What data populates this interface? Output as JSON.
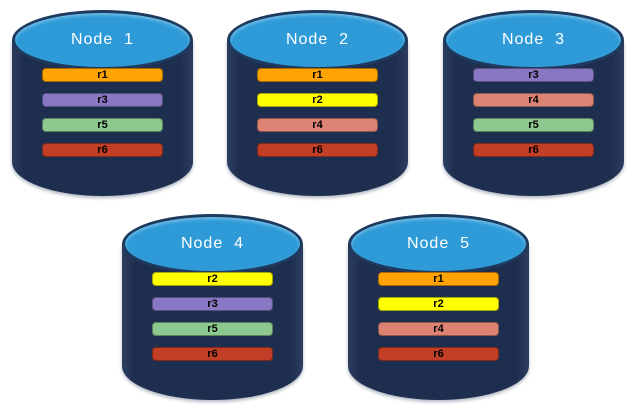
{
  "diagram": {
    "description": "Five database nodes each storing a subset of replicas r1-r6",
    "background_color": "#FFFFFF",
    "node_body_color": "#1E2E4F",
    "node_top_color": "#2E9BD8",
    "node_label_color": "#FFFFFF",
    "replica_colors": {
      "r1": "#FFA302",
      "r2": "#FFFF00",
      "r3": "#8878C4",
      "r4": "#DD8374",
      "r5": "#8DC88E",
      "r6": "#C13E27"
    },
    "nodes": [
      {
        "label": "Node  1",
        "replicas": [
          {
            "id": "r1",
            "color": "#FFA302"
          },
          {
            "id": "r3",
            "color": "#8878C4"
          },
          {
            "id": "r5",
            "color": "#8DC88E"
          },
          {
            "id": "r6",
            "color": "#C13E27"
          }
        ]
      },
      {
        "label": "Node  2",
        "replicas": [
          {
            "id": "r1",
            "color": "#FFA302"
          },
          {
            "id": "r2",
            "color": "#FFFF00"
          },
          {
            "id": "r4",
            "color": "#DD8374"
          },
          {
            "id": "r6",
            "color": "#C13E27"
          }
        ]
      },
      {
        "label": "Node  3",
        "replicas": [
          {
            "id": "r3",
            "color": "#8878C4"
          },
          {
            "id": "r4",
            "color": "#DD8374"
          },
          {
            "id": "r5",
            "color": "#8DC88E"
          },
          {
            "id": "r6",
            "color": "#C13E27"
          }
        ]
      },
      {
        "label": "Node  4",
        "replicas": [
          {
            "id": "r2",
            "color": "#FFFF00"
          },
          {
            "id": "r3",
            "color": "#8878C4"
          },
          {
            "id": "r5",
            "color": "#8DC88E"
          },
          {
            "id": "r6",
            "color": "#C13E27"
          }
        ]
      },
      {
        "label": "Node  5",
        "replicas": [
          {
            "id": "r1",
            "color": "#FFA302"
          },
          {
            "id": "r2",
            "color": "#FFFF00"
          },
          {
            "id": "r4",
            "color": "#DD8374"
          },
          {
            "id": "r6",
            "color": "#C13E27"
          }
        ]
      }
    ]
  }
}
